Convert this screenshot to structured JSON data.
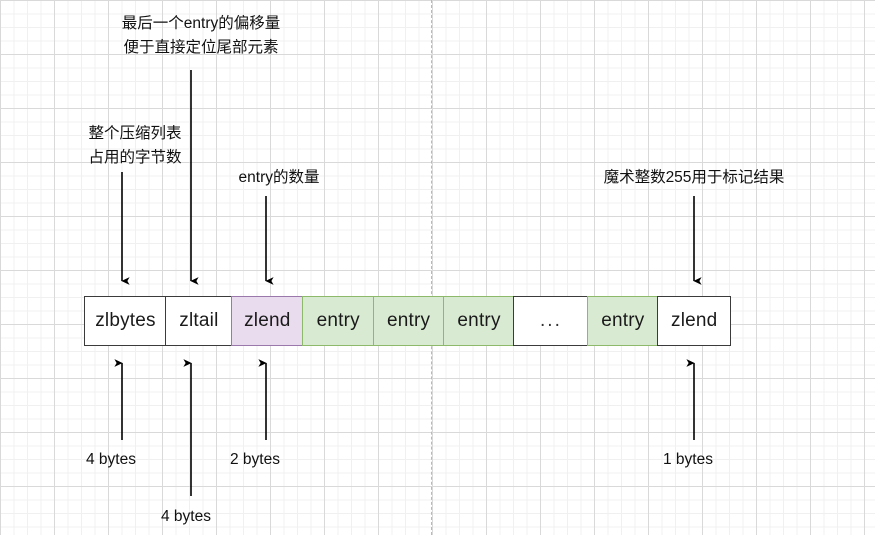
{
  "diagram": {
    "title": "ziplist structure",
    "colors": {
      "white_fill": "#ffffff",
      "white_stroke": "#3b3b3b",
      "purple_fill": "#e9dcee",
      "purple_stroke": "#9a78ab",
      "green_fill": "#d9ead3",
      "green_stroke": "#8cb96a",
      "grid_major": "#d9d9d9",
      "grid_minor": "#f0f0f0",
      "arrow": "#000000",
      "text": "#111111"
    },
    "cells": [
      {
        "label": "zlbytes",
        "style": "white",
        "width": 83
      },
      {
        "label": "zltail",
        "style": "white",
        "width": 67
      },
      {
        "label": "zlend",
        "style": "purple",
        "width": 73
      },
      {
        "label": "entry",
        "style": "green",
        "width": 72
      },
      {
        "label": "entry",
        "style": "green",
        "width": 72
      },
      {
        "label": "entry",
        "style": "green",
        "width": 72
      },
      {
        "label": "...",
        "style": "ellipsis",
        "width": 75
      },
      {
        "label": "entry",
        "style": "green",
        "width": 72
      },
      {
        "label": "zlend",
        "style": "white",
        "width": 74
      }
    ],
    "top_annotations": [
      {
        "name": "zltail-note",
        "lines": [
          "最后一个entry的偏移量",
          "便于直接定位尾部元素"
        ]
      },
      {
        "name": "zlbytes-note",
        "lines": [
          "整个压缩列表",
          "占用的字节数"
        ]
      },
      {
        "name": "zlen-note",
        "lines": [
          "entry的数量"
        ]
      },
      {
        "name": "zlend-note",
        "lines": [
          "魔术整数255用于标记结果"
        ]
      }
    ],
    "bottom_annotations": [
      {
        "name": "zlbytes-size",
        "text": "4 bytes"
      },
      {
        "name": "zltail-size",
        "text": "4 bytes"
      },
      {
        "name": "zlen-size",
        "text": "2 bytes"
      },
      {
        "name": "zlend-size",
        "text": "1 bytes"
      }
    ]
  }
}
